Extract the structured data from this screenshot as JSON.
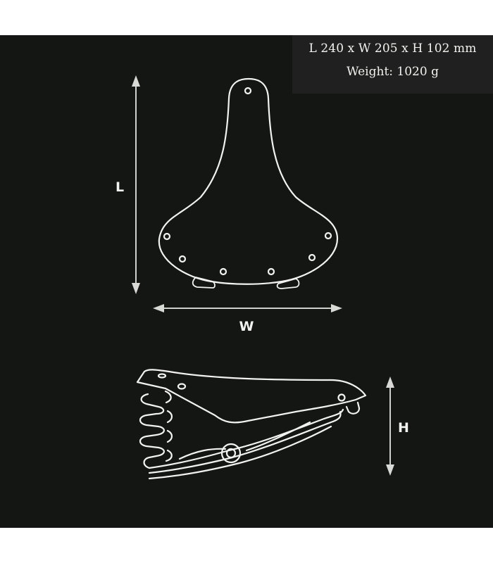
{
  "specs": {
    "dimensions": "L 240 x W 205 x H 102 mm",
    "weight": "Weight: 1020 g"
  },
  "labels": {
    "length": "L",
    "width": "W",
    "height": "H"
  },
  "colors": {
    "background": "#141614",
    "info_box": "#1f201f",
    "line": "#f2f2ee"
  },
  "icons": {
    "top_view": "saddle-top-view-icon",
    "side_view": "saddle-side-view-icon"
  }
}
